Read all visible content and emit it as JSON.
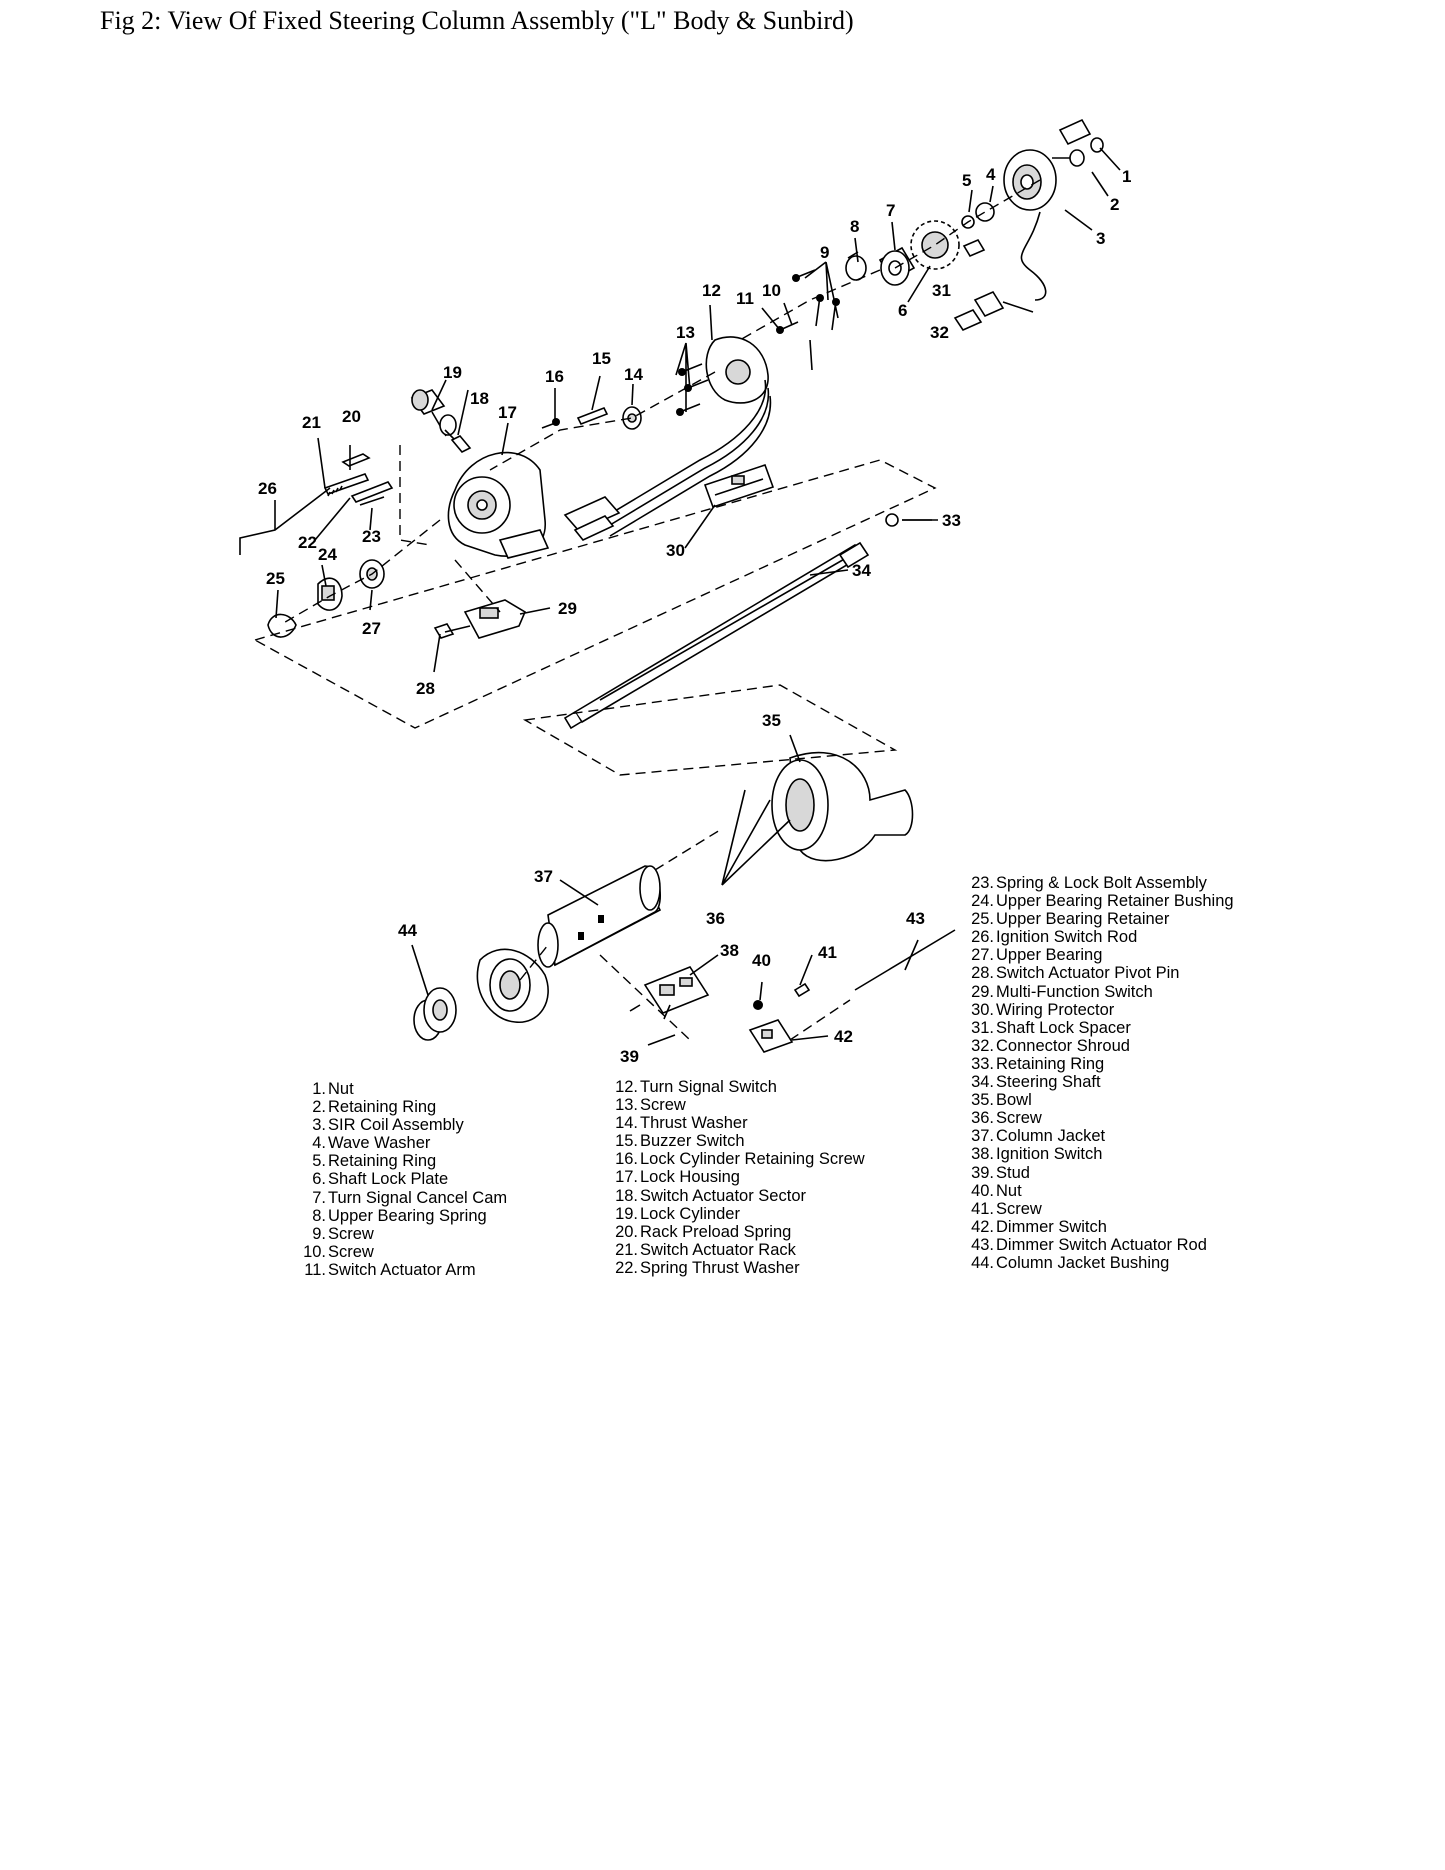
{
  "figure": {
    "title": "Fig 2: View Of Fixed Steering Column Assembly (\"L\" Body & Sunbird)"
  },
  "legend": [
    {
      "num": "1.",
      "name": "Nut"
    },
    {
      "num": "2.",
      "name": "Retaining Ring"
    },
    {
      "num": "3.",
      "name": "SIR Coil Assembly"
    },
    {
      "num": "4.",
      "name": "Wave Washer"
    },
    {
      "num": "5.",
      "name": "Retaining Ring"
    },
    {
      "num": "6.",
      "name": "Shaft Lock Plate"
    },
    {
      "num": "7.",
      "name": "Turn Signal Cancel Cam"
    },
    {
      "num": "8.",
      "name": "Upper Bearing Spring"
    },
    {
      "num": "9.",
      "name": "Screw"
    },
    {
      "num": "10.",
      "name": "Screw"
    },
    {
      "num": "11.",
      "name": "Switch Actuator Arm"
    },
    {
      "num": "12.",
      "name": "Turn Signal Switch"
    },
    {
      "num": "13.",
      "name": "Screw"
    },
    {
      "num": "14.",
      "name": "Thrust Washer"
    },
    {
      "num": "15.",
      "name": "Buzzer Switch"
    },
    {
      "num": "16.",
      "name": "Lock Cylinder Retaining Screw"
    },
    {
      "num": "17.",
      "name": "Lock Housing"
    },
    {
      "num": "18.",
      "name": "Switch Actuator Sector"
    },
    {
      "num": "19.",
      "name": "Lock Cylinder"
    },
    {
      "num": "20.",
      "name": "Rack Preload Spring"
    },
    {
      "num": "21.",
      "name": "Switch Actuator Rack"
    },
    {
      "num": "22.",
      "name": "Spring Thrust Washer"
    },
    {
      "num": "23.",
      "name": "Spring & Lock Bolt Assembly"
    },
    {
      "num": "24.",
      "name": "Upper Bearing Retainer Bushing"
    },
    {
      "num": "25.",
      "name": "Upper Bearing Retainer"
    },
    {
      "num": "26.",
      "name": "Ignition Switch Rod"
    },
    {
      "num": "27.",
      "name": "Upper Bearing"
    },
    {
      "num": "28.",
      "name": "Switch Actuator Pivot Pin"
    },
    {
      "num": "29.",
      "name": "Multi-Function Switch"
    },
    {
      "num": "30.",
      "name": "Wiring Protector"
    },
    {
      "num": "31.",
      "name": "Shaft Lock Spacer"
    },
    {
      "num": "32.",
      "name": "Connector Shroud"
    },
    {
      "num": "33.",
      "name": "Retaining Ring"
    },
    {
      "num": "34.",
      "name": "Steering Shaft"
    },
    {
      "num": "35.",
      "name": "Bowl"
    },
    {
      "num": "36.",
      "name": "Screw"
    },
    {
      "num": "37.",
      "name": "Column Jacket"
    },
    {
      "num": "38.",
      "name": "Ignition Switch"
    },
    {
      "num": "39.",
      "name": "Stud"
    },
    {
      "num": "40.",
      "name": "Nut"
    },
    {
      "num": "41.",
      "name": "Screw"
    },
    {
      "num": "42.",
      "name": "Dimmer Switch"
    },
    {
      "num": "43.",
      "name": "Dimmer Switch Actuator Rod"
    },
    {
      "num": "44.",
      "name": "Column Jacket Bushing"
    }
  ],
  "callouts": [
    "1",
    "2",
    "3",
    "4",
    "5",
    "6",
    "7",
    "8",
    "9",
    "10",
    "11",
    "12",
    "13",
    "14",
    "15",
    "16",
    "17",
    "18",
    "19",
    "20",
    "21",
    "22",
    "23",
    "24",
    "25",
    "26",
    "27",
    "28",
    "29",
    "30",
    "31",
    "32",
    "33",
    "34",
    "35",
    "36",
    "37",
    "38",
    "39",
    "40",
    "41",
    "42",
    "43",
    "44"
  ]
}
